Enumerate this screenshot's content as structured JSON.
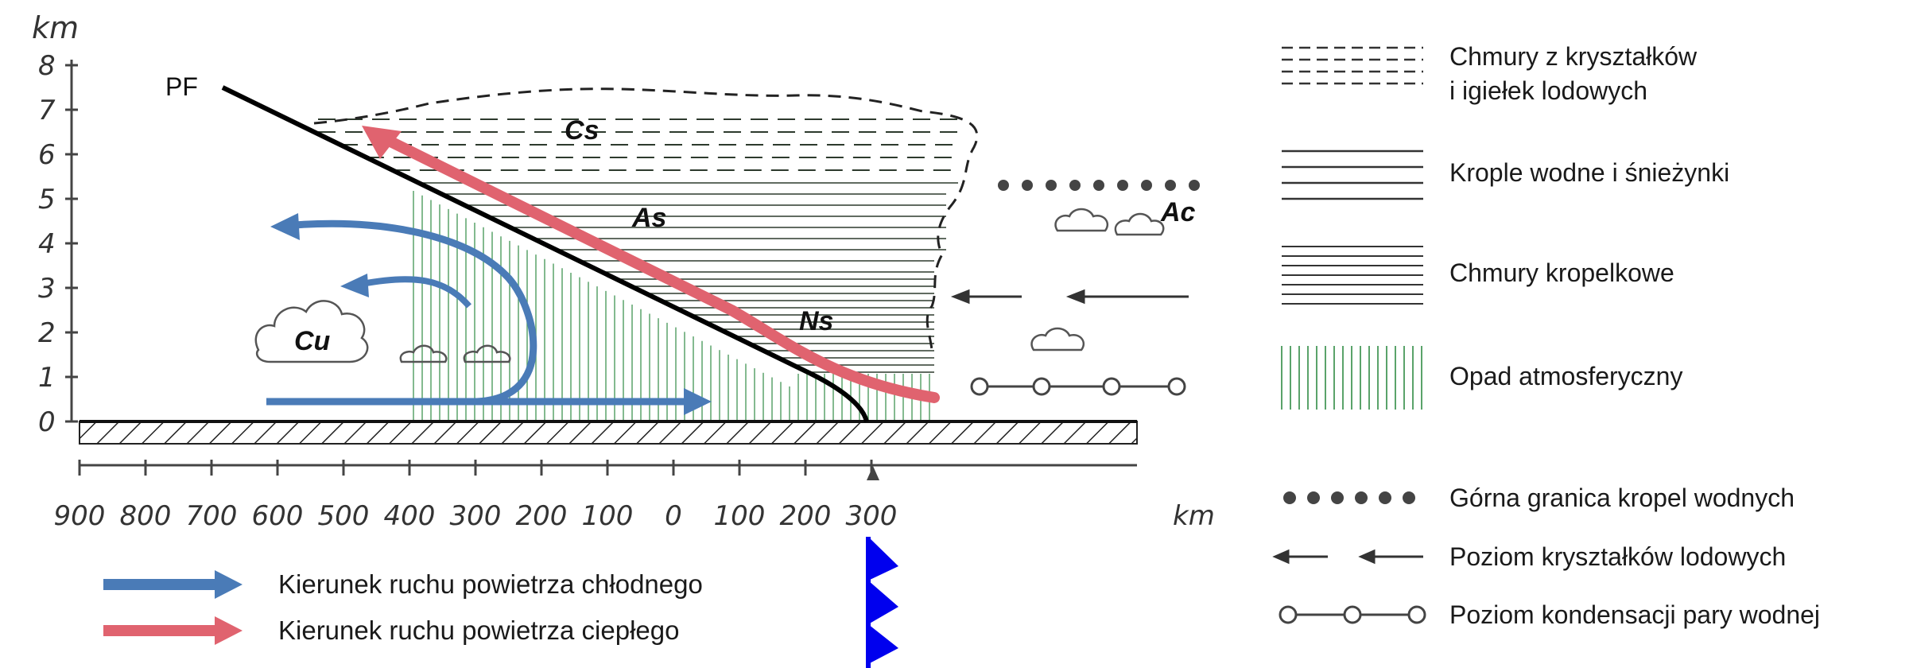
{
  "axes": {
    "y_unit": "km",
    "y_ticks": [
      "0",
      "1",
      "2",
      "3",
      "4",
      "5",
      "6",
      "7",
      "8"
    ],
    "x_ticks": [
      "900",
      "800",
      "700",
      "600",
      "500",
      "400",
      "300",
      "200",
      "100",
      "0",
      "100",
      "200",
      "300"
    ],
    "x_unit": "km"
  },
  "labels": {
    "front": "PF",
    "cirrostratus": "Cs",
    "altostratus": "As",
    "nimbostratus": "Ns",
    "cumulus": "Cu",
    "altocumulus": "Ac"
  },
  "legend_right": [
    {
      "line1": "Chmury z kryształków",
      "line2": "i igiełek lodowych"
    },
    {
      "line1": "Krople wodne i śnieżynki"
    },
    {
      "line1": "Chmury kropelkowe"
    },
    {
      "line1": "Opad atmosferyczny"
    },
    {
      "line1": "Górna granica kropel wodnych"
    },
    {
      "line1": "Poziom kryształków lodowych"
    },
    {
      "line1": "Poziom kondensacji pary wodnej"
    }
  ],
  "legend_bottom": [
    "Kierunek ruchu powietrza chłodnego",
    "Kierunek ruchu powietrza ciepłego"
  ],
  "colors": {
    "cold_arrow": "#4a7bb7",
    "warm_arrow": "#e0636f",
    "front_line": "#000000",
    "front_symbol": "#0000ee",
    "precip": "#5aa36a",
    "cloud_lines": "#2d3a2d",
    "ground": "#222222"
  }
}
